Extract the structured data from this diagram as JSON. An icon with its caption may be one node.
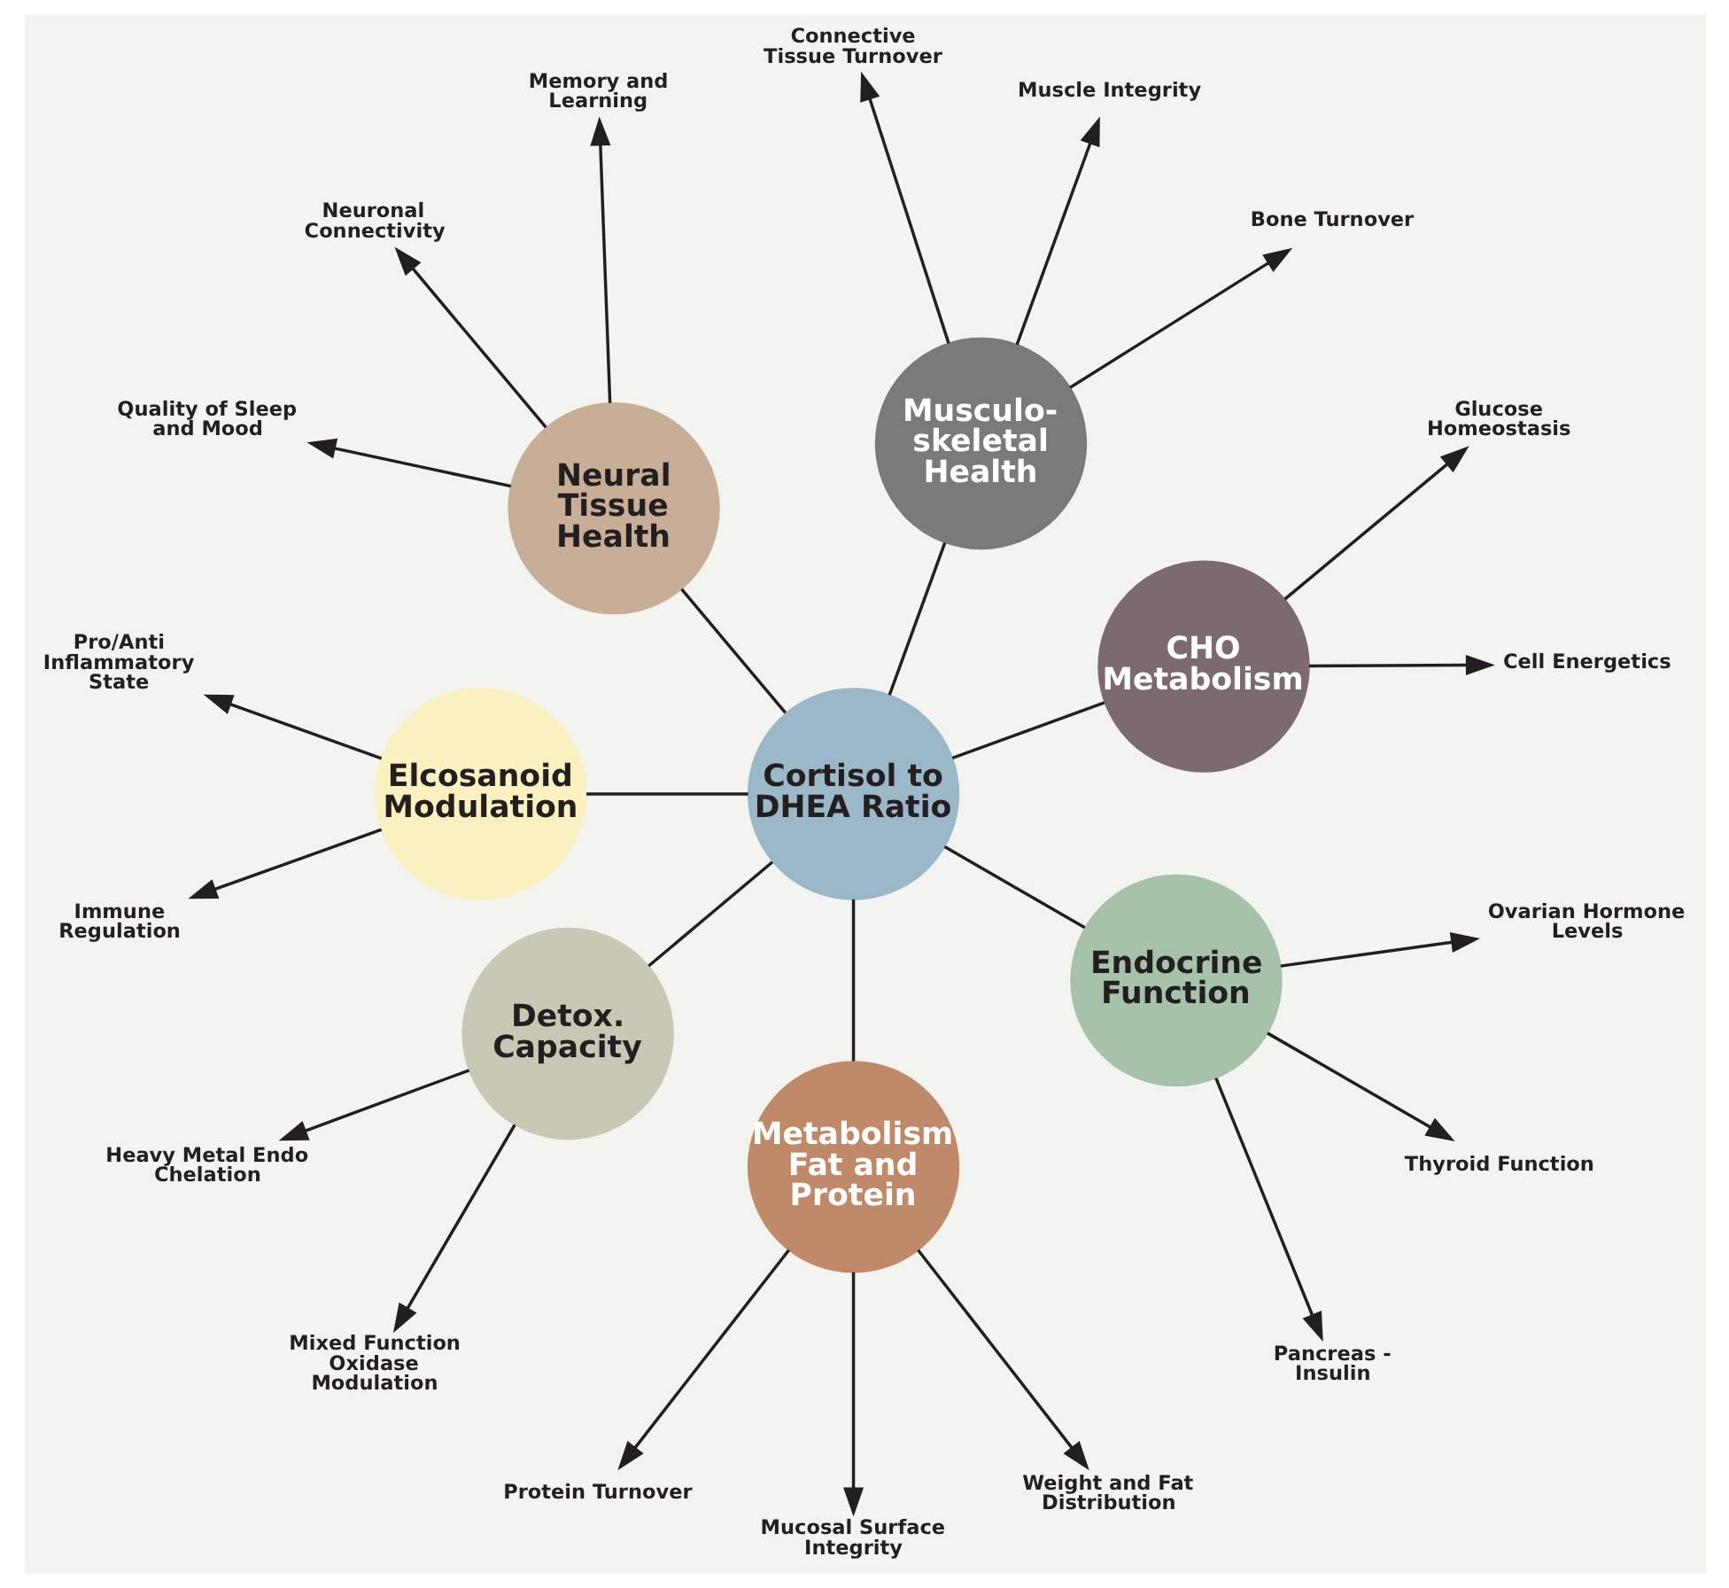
{
  "diagram": {
    "nodes": [
      {
        "text": [
          "Cortisol to DHEA Ratio"
        ]
      },
      {
        "text": [
          "CHO Metabolism"
        ]
      },
      {
        "text": [
          "Cell Energetics"
        ]
      },
      {
        "text": [
          "Glucose Homeostasis"
        ]
      },
      {
        "text": [
          "Musculo- skeletal Health"
        ]
      },
      {
        "text": [
          "Bone Turnover"
        ]
      },
      {
        "text": [
          "Muscle Integrity"
        ]
      },
      {
        "text": [
          "Connective Tissue Turnover"
        ]
      },
      {
        "text": [
          "Neural Tissue Health"
        ]
      },
      {
        "text": [
          "Memory and Learning"
        ]
      },
      {
        "text": [
          "Neuronal Connectivity"
        ]
      },
      {
        "text": [
          "Quality of Sleep and Mood"
        ]
      },
      {
        "text": [
          "Elcosanoid Modulation"
        ]
      },
      {
        "text": [
          "Pro/Anti Inflammatory State"
        ]
      },
      {
        "text": [
          "Immune Regulation"
        ]
      },
      {
        "text": [
          "Detox. Capacity"
        ]
      },
      {
        "text": [
          "Heavy Metal Endo Chelation"
        ]
      },
      {
        "text": [
          "Mixed Function Oxidase Modulation"
        ]
      },
      {
        "text": [
          "Metabolism Fat and Protein"
        ]
      },
      {
        "text": [
          "Protein Turnover"
        ]
      },
      {
        "text": [
          "Mucosal Surface Integrity"
        ]
      },
      {
        "text": [
          "Weight and Fat Distribution"
        ]
      },
      {
        "text": [
          "Endocrine Function"
        ]
      },
      {
        "text": [
          "Pancreas - Insulin"
        ]
      },
      {
        "text": [
          "Thyroid Function"
        ]
      },
      {
        "text": [
          "Ovarian Hormone Levels"
        ]
      }
    ],
    "edges": [
      {
        "from": 0,
        "to": 1,
        "arrow": "none"
      },
      {
        "from": 0,
        "to": 4,
        "arrow": "none"
      },
      {
        "from": 0,
        "to": 8,
        "arrow": "none"
      },
      {
        "from": 0,
        "to": 12,
        "arrow": "none"
      },
      {
        "from": 0,
        "to": 15,
        "arrow": "none"
      },
      {
        "from": 0,
        "to": 18,
        "arrow": "none"
      },
      {
        "from": 0,
        "to": 22,
        "arrow": "none"
      },
      {
        "from": 1,
        "to": 2,
        "arrow": "to"
      },
      {
        "from": 1,
        "to": 3,
        "arrow": "to"
      },
      {
        "from": 4,
        "to": 5,
        "arrow": "to"
      },
      {
        "from": 4,
        "to": 6,
        "arrow": "to"
      },
      {
        "from": 4,
        "to": 7,
        "arrow": "to"
      },
      {
        "from": 8,
        "to": 9,
        "arrow": "to"
      },
      {
        "from": 8,
        "to": 10,
        "arrow": "to"
      },
      {
        "from": 8,
        "to": 11,
        "arrow": "to"
      },
      {
        "from": 12,
        "to": 13,
        "arrow": "to"
      },
      {
        "from": 12,
        "to": 14,
        "arrow": "to"
      },
      {
        "from": 15,
        "to": 16,
        "arrow": "to"
      },
      {
        "from": 15,
        "to": 17,
        "arrow": "to"
      },
      {
        "from": 18,
        "to": 19,
        "arrow": "to"
      },
      {
        "from": 18,
        "to": 20,
        "arrow": "to"
      },
      {
        "from": 18,
        "to": 21,
        "arrow": "to"
      },
      {
        "from": 22,
        "to": 23,
        "arrow": "to"
      },
      {
        "from": 22,
        "to": 24,
        "arrow": "to"
      },
      {
        "from": 22,
        "to": 25,
        "arrow": "to"
      }
    ]
  }
}
